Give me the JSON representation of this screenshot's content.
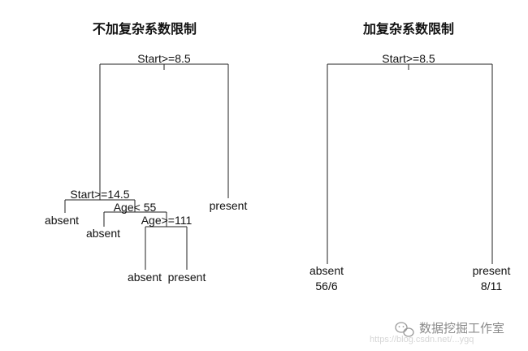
{
  "left_panel": {
    "title": "不加复杂系数限制",
    "root_split": "Start>=8.5",
    "split_start": "Start>=14.5",
    "split_age1": "Age< 55",
    "split_age2": "Age>=111",
    "leaf_absent_1": "absent",
    "leaf_absent_2": "absent",
    "leaf_absent_3": "absent",
    "leaf_present_1": "present",
    "leaf_present_2": "present"
  },
  "right_panel": {
    "title": "加复杂系数限制",
    "root_split": "Start>=8.5",
    "leaf_absent": "absent",
    "leaf_absent_counts": "56/6",
    "leaf_present": "present",
    "leaf_present_counts": "8/11"
  },
  "watermark": {
    "text": "数据挖掘工作室",
    "url": "https://blog.csdn.net/...ygq",
    "icon": "wechat-icon"
  },
  "colors": {
    "line": "#222222",
    "text": "#111111",
    "watermark": "#8a8a8a"
  }
}
